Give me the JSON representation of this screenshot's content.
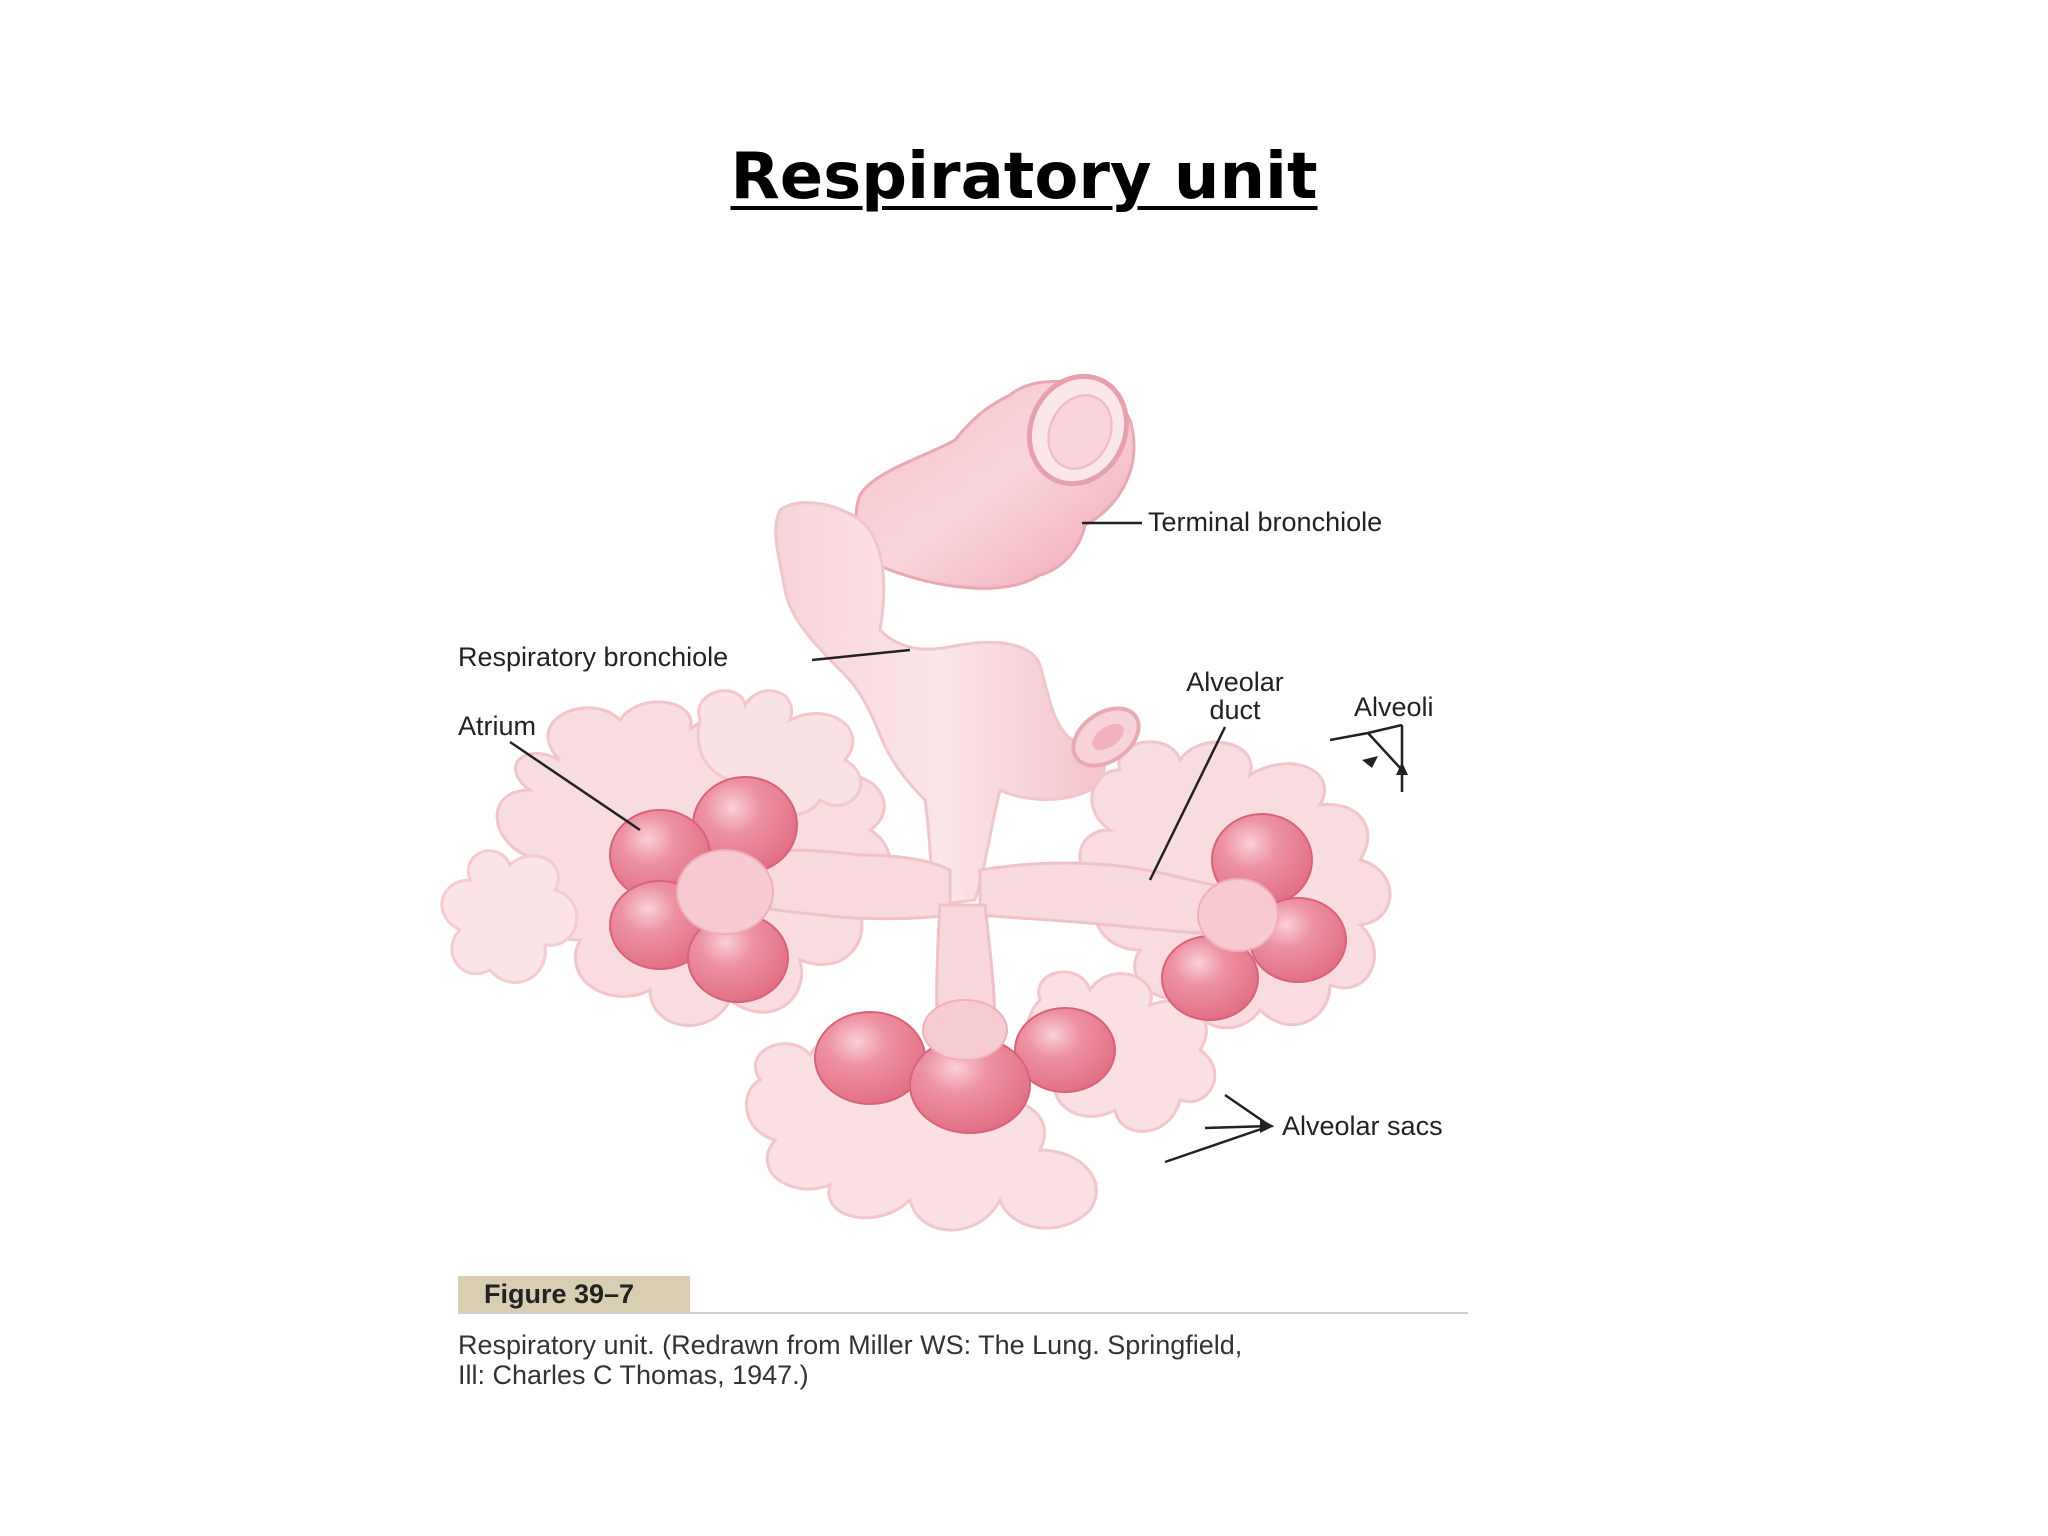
{
  "slide": {
    "title": "Respiratory unit"
  },
  "figure": {
    "labels": {
      "terminal_bronchiole": "Terminal bronchiole",
      "respiratory_bronchiole": "Respiratory bronchiole",
      "atrium": "Atrium",
      "alveolar_duct_line1": "Alveolar",
      "alveolar_duct_line2": "duct",
      "alveoli": "Alveoli",
      "alveolar_sacs": "Alveolar sacs"
    },
    "tag": "Figure 39–7",
    "caption_line1": "Respiratory unit. (Redrawn from Miller WS: The Lung. Springfield,",
    "caption_line2": "Ill: Charles C Thomas, 1947.)",
    "colors": {
      "tissue_light": "#f8d5da",
      "tissue_mid": "#f3bcc4",
      "bronchiole": "#f5c3cb",
      "sac_fill": "#e8798d",
      "sac_highlight": "#f7c1ca",
      "leader_line": "#222222"
    }
  }
}
